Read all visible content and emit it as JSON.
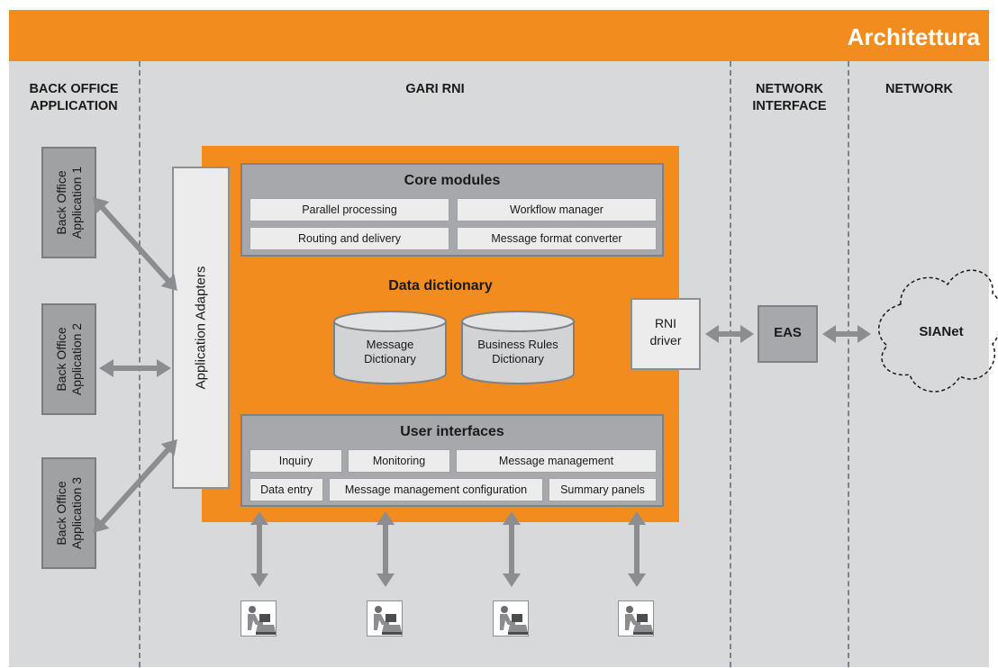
{
  "header": {
    "title": "Architettura",
    "accent_color": "#f28c1e"
  },
  "columns": {
    "back_office": "BACK OFFICE\nAPPLICATION",
    "gari_rni": "GARI RNI",
    "network_interface": "NETWORK\nINTERFACE",
    "network": "NETWORK"
  },
  "back_office_apps": [
    "Back Office\nApplication 1",
    "Back Office\nApplication 2",
    "Back Office\nApplication 3"
  ],
  "adapters": {
    "label": "Application Adapters"
  },
  "core_modules": {
    "title": "Core modules",
    "items": [
      "Parallel processing",
      "Workflow manager",
      "Routing and delivery",
      "Message format converter"
    ]
  },
  "data_dictionary": {
    "title": "Data dictionary",
    "stores": [
      "Message\nDictionary",
      "Business Rules\nDictionary"
    ]
  },
  "user_interfaces": {
    "title": "User interfaces",
    "items": [
      "Inquiry",
      "Monitoring",
      "Message management",
      "Data entry",
      "Message management configuration",
      "Summary panels"
    ]
  },
  "rni_driver": {
    "label": "RNI\ndriver"
  },
  "eas": {
    "label": "EAS"
  },
  "sianet": {
    "label": "SIANet"
  },
  "users": {
    "icon": "user-workstation-icon",
    "count": 4
  }
}
